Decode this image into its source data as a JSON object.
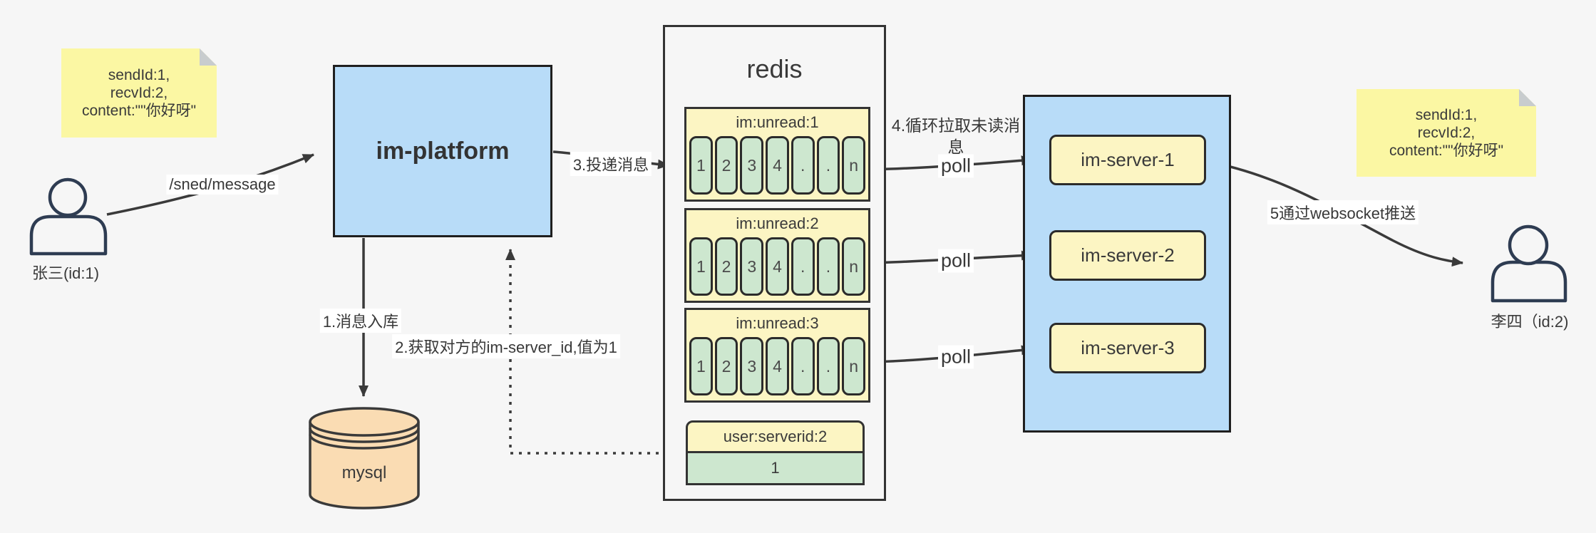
{
  "diagram": {
    "notes": {
      "left": [
        "sendId:1,",
        "recvId:2,",
        "content:\"\"你好呀\""
      ],
      "right": [
        "sendId:1,",
        "recvId:2,",
        "content:\"\"你好呀\""
      ]
    },
    "actors": {
      "sender": "张三(id:1)",
      "receiver": "李四（id:2)"
    },
    "platform": "im-platform",
    "database": "mysql",
    "redis": {
      "title": "redis",
      "queues": [
        {
          "header": "im:unread:1",
          "cells": [
            "1",
            "2",
            "3",
            "4",
            ".",
            ".",
            "n"
          ]
        },
        {
          "header": "im:unread:2",
          "cells": [
            "1",
            "2",
            "3",
            "4",
            ".",
            ".",
            "n"
          ]
        },
        {
          "header": "im:unread:3",
          "cells": [
            "1",
            "2",
            "3",
            "4",
            ".",
            ".",
            "n"
          ]
        }
      ],
      "mapping": {
        "header": "user:serverid:2",
        "value": "1"
      }
    },
    "servers": [
      "im-server-1",
      "im-server-2",
      "im-server-3"
    ],
    "labels": {
      "send": "/sned/message",
      "step1": "1.消息入库",
      "step2": "2.获取对方的im-server_id,值为1",
      "step3": "3.投递消息",
      "step4": "4.循环拉取未读消息",
      "poll": "poll",
      "step5": "5通过websocket推送"
    }
  },
  "colors": {
    "background": "#f6f6f6",
    "sticky_note": "#fbf7a3",
    "pale_yellow": "#fcf5c3",
    "cell_green": "#cde7cf",
    "box_blue": "#b8dcf8",
    "db_peach": "#fadcb3",
    "line_dark": "#3a3a3a",
    "person_stroke": "#2e3c52"
  }
}
